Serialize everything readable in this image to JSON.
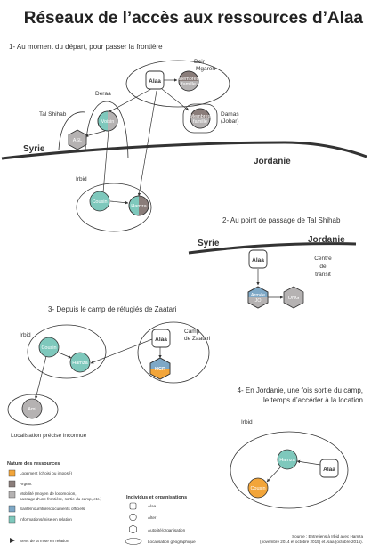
{
  "title": "Réseaux de l’accès aux ressources d’Alaa",
  "colors": {
    "logement": "#f2a53a",
    "argent": "#8a7d7a",
    "mobilite": "#b5b2b2",
    "sante": "#7ea8c6",
    "information": "#7ec8bc",
    "line": "#333333"
  },
  "section1": {
    "heading": "1- Au moment du départ, pour passer la frontière",
    "places": {
      "deir_mgaren": [
        "Deir",
        "Mgaren"
      ],
      "deraa": "Deraa",
      "tal_shihab": "Tal Shihab",
      "damas": [
        "Damas",
        "(Jobar)"
      ],
      "irbid": "Irbid"
    },
    "nodes": {
      "alaa": "Alaa",
      "deir_node": [
        "Membres",
        "famille"
      ],
      "damas_node": [
        "Membres",
        "famille"
      ],
      "deraa_node": "Voisin",
      "tal_node": "ASL",
      "irbid_a": "Cousin",
      "irbid_b": "Hamza"
    },
    "countries": {
      "syrie": "Syrie",
      "jordanie": "Jordanie"
    }
  },
  "section2": {
    "heading": "2- Au point de passage de Tal Shihab",
    "countries": {
      "syrie": "Syrie",
      "jordanie": "Jordanie"
    },
    "centre": [
      "Centre",
      "de",
      "transit"
    ],
    "nodes": {
      "alaa": "Alaa",
      "hex_a": [
        "Armée",
        "JO"
      ],
      "hex_b": "ONG"
    }
  },
  "section3": {
    "heading": "3- Depuis le camp de réfugiés de Zaatari",
    "places": {
      "irbid": "Irbid",
      "camp": [
        "Camp",
        "de Zaatari"
      ],
      "unknown": "Localisation précise inconnue"
    },
    "nodes": {
      "alaa": "Alaa",
      "a": "Cousin",
      "b": "Hamza",
      "hcr": "HCR",
      "c": "Ami"
    }
  },
  "section4": {
    "heading": [
      "4- En Jordanie, une fois sortie du camp,",
      "le temps d’accéder à la location"
    ],
    "places": {
      "irbid": "Irbid"
    },
    "nodes": {
      "alaa": "Alaa",
      "a": "Hamza",
      "b": "Cousin"
    }
  },
  "legend": {
    "resources_title": "Nature des ressources",
    "resources": [
      {
        "label": "Logement (choisi ou imposé)",
        "color": "#f2a53a"
      },
      {
        "label": "Argent",
        "color": "#8a7d7a"
      },
      {
        "label": "Mobilité (moyen de locomotion, passage d’une frontière, sortie du camp, etc.)",
        "color": "#b5b2b2"
      },
      {
        "label": "Santé/nourriture/documents officiels",
        "color": "#7ea8c6"
      },
      {
        "label": "Informations/mise en relation",
        "color": "#7ec8bc"
      }
    ],
    "sense": "Sens de la mise en relation",
    "individuals_title": "Individus et organisations",
    "individuals": [
      "Alaa",
      "Alter",
      "Autorité/organisation",
      "Localisation géographique"
    ]
  },
  "source": [
    "Source : Entretiens à Irbid avec Hamza",
    "(novembre 2014 et octobre 2015) et Alaa (octobre 2015)."
  ]
}
